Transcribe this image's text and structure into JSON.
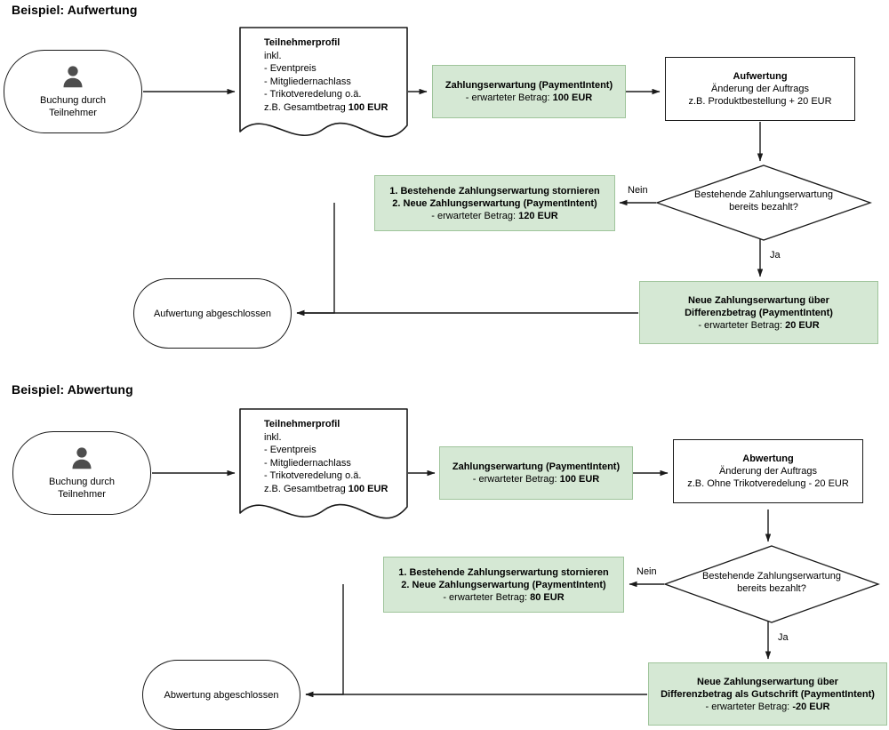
{
  "sections": [
    {
      "title": "Beispiel: Aufwertung",
      "start_node": {
        "icon": "person-icon",
        "line1": "Buchung durch",
        "line2": "Teilnehmer"
      },
      "document_node": {
        "title": "Teilnehmerprofil",
        "line1": "inkl.",
        "line2": "- Eventpreis",
        "line3": "- Mitgliedernachlass",
        "line4": "- Trikotveredelung o.ä.",
        "line5_prefix": "z.B. Gesamtbetrag ",
        "line5_bold": "100 EUR"
      },
      "payment_intent_node": {
        "title": "Zahlungserwartung (PaymentIntent)",
        "detail_prefix": "- erwarteter Betrag: ",
        "detail_bold": "100 EUR"
      },
      "change_node": {
        "title": "Aufwertung",
        "line1": "Änderung der Auftrags",
        "line2": "z.B. Produktbestellung + 20 EUR"
      },
      "decision_node": {
        "line1": "Bestehende Zahlungserwartung",
        "line2": "bereits bezahlt?"
      },
      "edge_no_label": "Nein",
      "edge_yes_label": "Ja",
      "no_branch_node": {
        "line1": "1. Bestehende Zahlungserwartung stornieren",
        "line2": "2. Neue Zahlungserwartung (PaymentIntent)",
        "detail_prefix": "- erwarteter Betrag: ",
        "detail_bold": "120 EUR"
      },
      "yes_branch_node": {
        "line1": "Neue Zahlungserwartung über",
        "line2": "Differenzbetrag (PaymentIntent)",
        "detail_prefix": "- erwarteter Betrag: ",
        "detail_bold": "20 EUR"
      },
      "end_node": {
        "label": "Aufwertung abgeschlossen"
      }
    },
    {
      "title": "Beispiel: Abwertung",
      "start_node": {
        "icon": "person-icon",
        "line1": "Buchung durch",
        "line2": "Teilnehmer"
      },
      "document_node": {
        "title": "Teilnehmerprofil",
        "line1": "inkl.",
        "line2": "- Eventpreis",
        "line3": "- Mitgliedernachlass",
        "line4": "- Trikotveredelung o.ä.",
        "line5_prefix": "z.B. Gesamtbetrag ",
        "line5_bold": "100 EUR"
      },
      "payment_intent_node": {
        "title": "Zahlungserwartung (PaymentIntent)",
        "detail_prefix": "- erwarteter Betrag: ",
        "detail_bold": "100 EUR"
      },
      "change_node": {
        "title": "Abwertung",
        "line1": "Änderung der Auftrags",
        "line2": "z.B. Ohne Trikotveredelung - 20 EUR"
      },
      "decision_node": {
        "line1": "Bestehende Zahlungserwartung",
        "line2": "bereits bezahlt?"
      },
      "edge_no_label": "Nein",
      "edge_yes_label": "Ja",
      "no_branch_node": {
        "line1": "1. Bestehende Zahlungserwartung stornieren",
        "line2": "2. Neue Zahlungserwartung (PaymentIntent)",
        "detail_prefix": "- erwarteter Betrag: ",
        "detail_bold": "80 EUR"
      },
      "yes_branch_node": {
        "line1": "Neue Zahlungserwartung über",
        "line2": "Differenzbetrag als Gutschrift (PaymentIntent)",
        "detail_prefix": "- erwarteter Betrag: ",
        "detail_bold": "-20 EUR"
      },
      "end_node": {
        "label": "Abwertung abgeschlossen"
      }
    }
  ],
  "colors": {
    "green_fill": "#d5e8d4",
    "green_stroke": "#9fc49b",
    "stroke": "#1a1a1a",
    "icon": "#4d4d4d",
    "background": "#ffffff"
  }
}
